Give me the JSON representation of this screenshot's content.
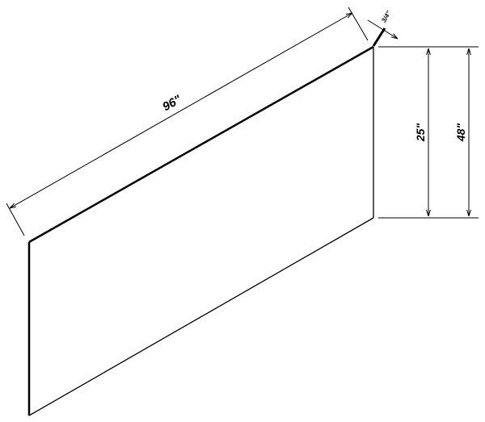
{
  "dimensions": {
    "length": "96\"",
    "height_inner": "25\"",
    "height_outer": "48\"",
    "thickness": "3/4\""
  },
  "colors": {
    "line": "#000000",
    "background": "#ffffff"
  }
}
